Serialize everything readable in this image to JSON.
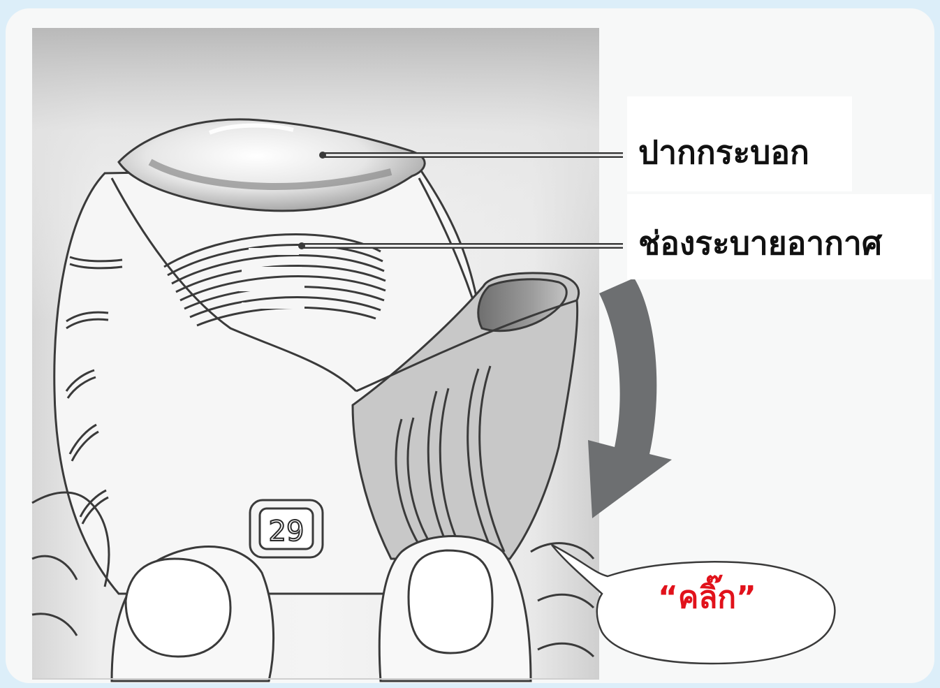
{
  "labels": {
    "mouthpiece": "ปากกระบอก",
    "air_vent": "ช่องระบายอากาศ",
    "click": "“คลิ๊ก”"
  },
  "counter": {
    "value": "29"
  },
  "colors": {
    "background": "#dceef9",
    "card": "#f7f8f8",
    "label_text": "#111111",
    "click_text": "#e1121b",
    "arrow": "#6d6f71",
    "outline": "#3a3a3a"
  },
  "icons": {
    "rotation_arrow": "curved-down-arrow-icon",
    "speech_bubble": "speech-bubble-icon"
  }
}
